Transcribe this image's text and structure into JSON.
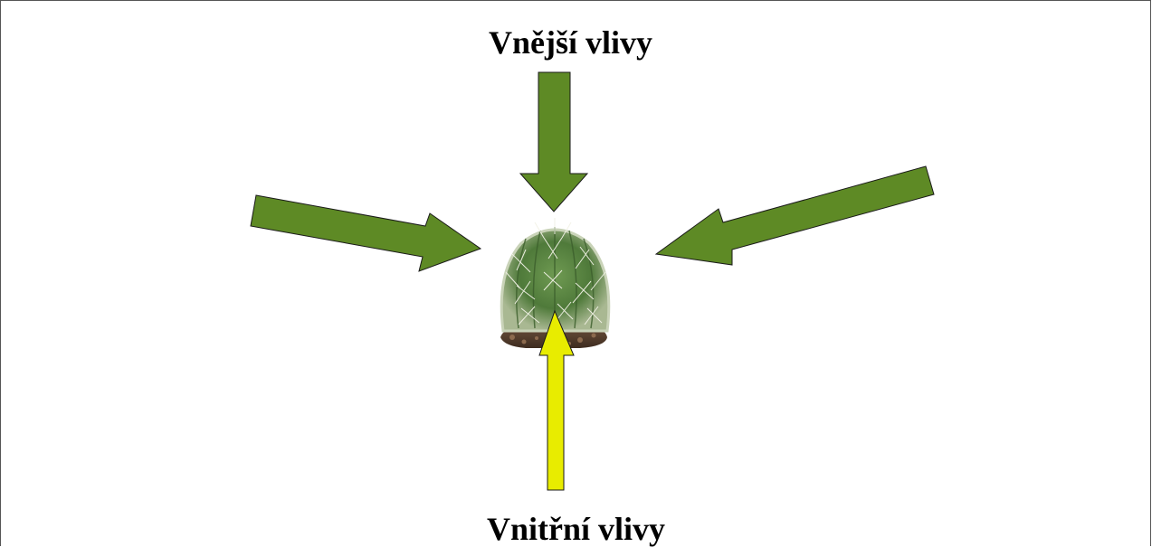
{
  "diagram": {
    "top_label": "Vnější vlivy",
    "bottom_label": "Vnitřní vlivy",
    "colors": {
      "external_arrow": "#5e8a25",
      "internal_arrow": "#e8ec00",
      "arrow_outline": "#1a1a1a"
    },
    "center_image": "barrel-cactus-in-soil"
  }
}
